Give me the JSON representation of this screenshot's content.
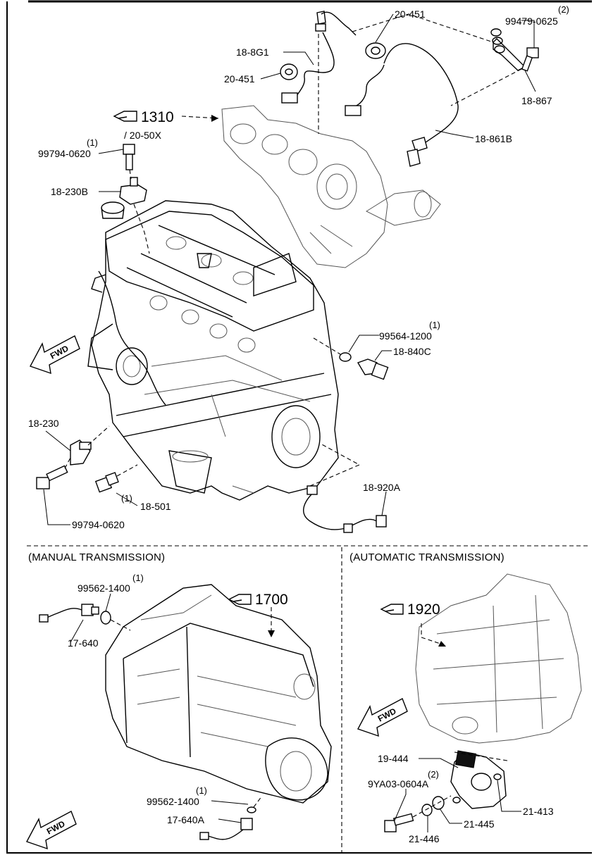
{
  "sections": {
    "manual": "(MANUAL TRANSMISSION)",
    "automatic": "(AUTOMATIC TRANSMISSION)"
  },
  "refs": {
    "r1310": "1310",
    "r1310_sub": "/ 20-50X",
    "r1700": "1700",
    "r1920": "1920"
  },
  "fwd": "FWD",
  "labels": {
    "p20_451_top": "20-451",
    "p99479_qty": "(2)",
    "p99479": "99479-0625",
    "p18_8g1": "18-8G1",
    "p20_451_left": "20-451",
    "p18_867": "18-867",
    "p18_861b": "18-861B",
    "p99794_top_qty": "(1)",
    "p99794_top": "99794-0620",
    "p18_230b": "18-230B",
    "p99564_qty": "(1)",
    "p99564": "99564-1200",
    "p18_840c": "18-840C",
    "p18_230": "18-230",
    "p18_501_qty": "(1)",
    "p18_501": "18-501",
    "p99794_bot": "99794-0620",
    "p18_920a": "18-920A",
    "p99562_a_qty": "(1)",
    "p99562_a": "99562-1400",
    "p17_640": "17-640",
    "p99562_b_qty": "(1)",
    "p99562_b": "99562-1400",
    "p17_640a": "17-640A",
    "p19_444": "19-444",
    "p9ya03_qty": "(2)",
    "p9ya03": "9YA03-0604A",
    "p21_413": "21-413",
    "p21_445": "21-445",
    "p21_446": "21-446"
  },
  "icons": {
    "ref": "reference-hand-icon",
    "fwd": "fwd-arrow-icon"
  }
}
